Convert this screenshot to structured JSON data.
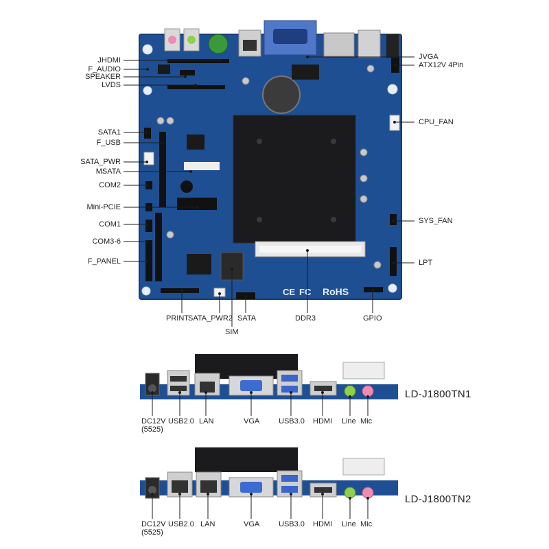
{
  "board": {
    "left_labels": [
      "JHDMI",
      "F_AUDIO",
      "SPEAKER",
      "LVDS",
      "SATA1",
      "F_USB",
      "SATA_PWR",
      "MSATA",
      "COM2",
      "Mini-PCIE",
      "COM1",
      "COM3-6",
      "F_PANEL"
    ],
    "right_labels": [
      "JVGA",
      "ATX12V 4Pin",
      "CPU_FAN",
      "SYS_FAN",
      "LPT"
    ],
    "bottom_labels": [
      "PRINT",
      "SATA_PWR2",
      "SATA",
      "SIM",
      "DDR3",
      "GPIO"
    ],
    "silkscreen": [
      "CE",
      "FC",
      "RoHS"
    ]
  },
  "panel1": {
    "model": "LD-J1800TN1",
    "ports": [
      "DC12V",
      "(5525)",
      "USB2.0",
      "LAN",
      "VGA",
      "USB3.0",
      "HDMI",
      "Line",
      "Mic"
    ]
  },
  "panel2": {
    "model": "LD-J1800TN2",
    "ports": [
      "DC12V",
      "(5525)",
      "USB2.0",
      "LAN",
      "VGA",
      "USB3.0",
      "HDMI",
      "Line",
      "Mic"
    ]
  },
  "colors": {
    "pcb": "#1f4f93",
    "pcb_dark": "#173c73",
    "heatsink": "#1b1b1d",
    "leader": "#1a1a1a",
    "audio_green": "#8fd14a",
    "audio_pink": "#f08cb3"
  }
}
